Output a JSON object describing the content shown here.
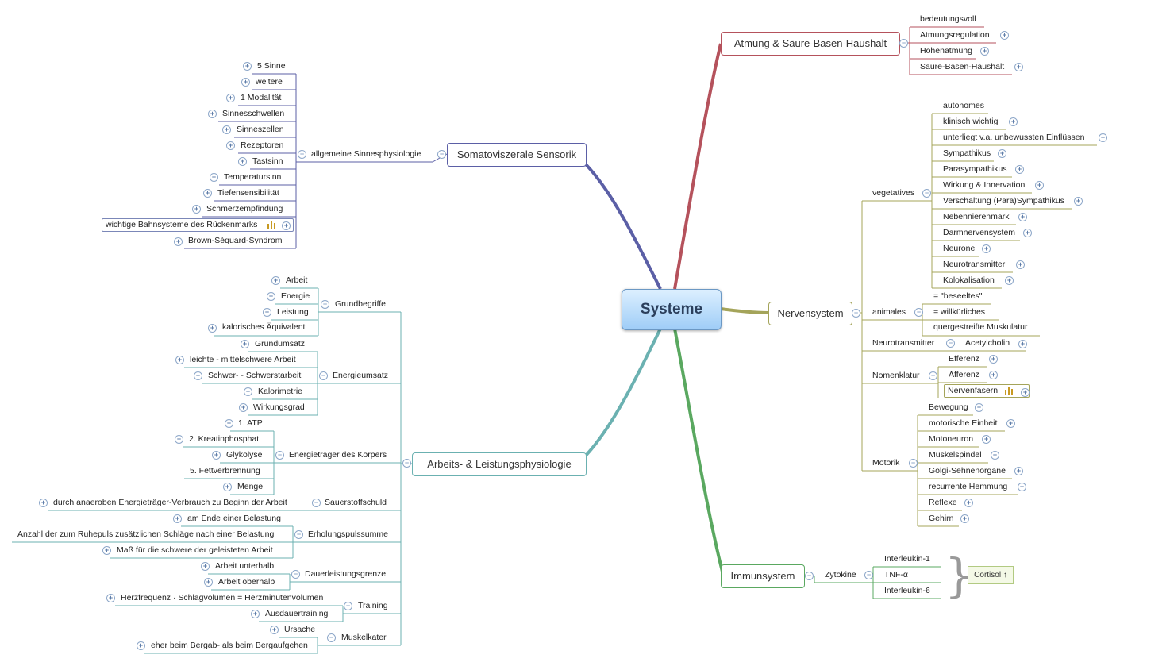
{
  "central": "Systeme",
  "colors": {
    "sensorik": "#5b5fa6",
    "atmung": "#b5525c",
    "nerven": "#9a9a4e",
    "arbeit": "#6bb1b1",
    "immun": "#5aa860"
  },
  "main": {
    "sensorik": "Somatoviszerale Sensorik",
    "atmung": "Atmung & Säure-Basen-Haushalt",
    "nerven": "Nervensystem",
    "arbeit": "Arbeits- & Leistungsphysiologie",
    "immun": "Immunsystem"
  },
  "sensorik": {
    "sub": "allgemeine Sinnesphysiologie",
    "items": [
      "5 Sinne",
      "weitere",
      "1 Modalität",
      "Sinnesschwellen",
      "Sinneszellen",
      "Rezeptoren",
      "Tastsinn",
      "Temperatursinn",
      "Tiefensensibilität",
      "Schmerzempfindung",
      "wichtige Bahnsysteme des Rückenmarks",
      "Brown-Séquard-Syndrom"
    ]
  },
  "atmung": {
    "items": [
      "bedeutungsvoll",
      "Atmungsregulation",
      "Höhenatmung",
      "Säure-Basen-Haushalt"
    ]
  },
  "nerven": {
    "vegetatives": {
      "label": "vegetatives",
      "items": [
        "autonomes",
        "klinisch wichtig",
        "unterliegt v.a. unbewussten Einflüssen",
        "Sympathikus",
        "Parasympathikus",
        "Wirkung & Innervation",
        "Verschaltung (Para)Sympathikus",
        "Nebennierenmark",
        "Darmnervensystem",
        "Neurone",
        "Neurotransmitter",
        "Kolokalisation"
      ]
    },
    "animales": {
      "label": "animales",
      "items": [
        "= \"beseeltes\"",
        "= willkürliches",
        "quergestreifte Muskulatur"
      ]
    },
    "neurotransmitter": {
      "label": "Neurotransmitter",
      "item": "Acetylcholin"
    },
    "nomenklatur": {
      "label": "Nomenklatur",
      "items": [
        "Efferenz",
        "Afferenz",
        "Nervenfasern"
      ]
    },
    "motorik": {
      "label": "Motorik",
      "items": [
        "Bewegung",
        "motorische Einheit",
        "Motoneuron",
        "Muskelspindel",
        "Golgi-Sehnenorgane",
        "recurrente Hemmung",
        "Reflexe",
        "Gehirn"
      ]
    }
  },
  "immun": {
    "sub": "Zytokine",
    "items": [
      "Interleukin-1",
      "TNF-α",
      "Interleukin-6"
    ],
    "note": "Cortisol ↑"
  },
  "arbeit": {
    "grundbegriffe": {
      "label": "Grundbegriffe",
      "items": [
        "Arbeit",
        "Energie",
        "Leistung",
        "kalorisches Äquivalent"
      ]
    },
    "energieumsatz": {
      "label": "Energieumsatz",
      "items": [
        "Grundumsatz",
        "leichte - mittelschwere Arbeit",
        "Schwer- - Schwerstarbeit",
        "Kalorimetrie",
        "Wirkungsgrad"
      ]
    },
    "energietraeger": {
      "label": "Energieträger des Körpers",
      "items": [
        "1. ATP",
        "2. Kreatinphosphat",
        "Glykolyse",
        "5. Fettverbrennung",
        "Menge"
      ]
    },
    "sauerstoffschuld": {
      "label": "Sauerstoffschuld",
      "items": [
        "durch anaeroben Energieträger-Verbrauch zu Beginn der Arbeit"
      ]
    },
    "erholung": {
      "label": "Erholungspulssumme",
      "items": [
        "am Ende einer Belastung",
        "Anzahl der zum Ruhepuls zusätzlichen Schläge nach einer Belastung",
        "Maß für die schwere der geleisteten Arbeit"
      ]
    },
    "dauer": {
      "label": "Dauerleistungsgrenze",
      "items": [
        "Arbeit unterhalb",
        "Arbeit oberhalb"
      ]
    },
    "training": {
      "label": "Training",
      "items": [
        "Herzfrequenz · Schlagvolumen = Herzminutenvolumen",
        "Ausdauertraining"
      ]
    },
    "muskelkater": {
      "label": "Muskelkater",
      "items": [
        "Ursache",
        "eher beim Bergab- als beim Bergaufgehen"
      ]
    }
  }
}
